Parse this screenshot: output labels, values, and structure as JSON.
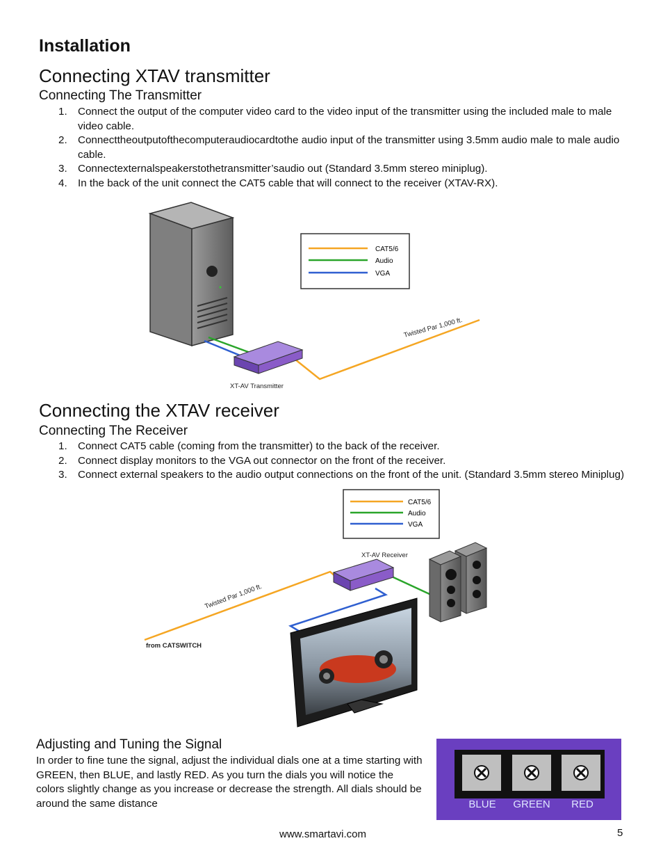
{
  "heading": "Installation",
  "transmitter": {
    "title": "Connecting XTAV transmitter",
    "subtitle": "Connecting The Transmitter",
    "steps": [
      {
        "num": "1.",
        "text": "Connect the output of the computer video card to the video input of the transmitter using the included male to male video cable."
      },
      {
        "num": "2.",
        "text": "Connecttheoutputofthecomputeraudiocardtothe audio input of the transmitter using 3.5mm audio male to male audio cable."
      },
      {
        "num": "3.",
        "text": "Connectexternalspeakerstothetransmitter’saudio out (Standard 3.5mm stereo miniplug)."
      },
      {
        "num": "4.",
        "text": "In the back of the unit connect the CAT5 cable that will connect to the receiver (XTAV-RX)."
      }
    ],
    "figure": {
      "legend": [
        "CAT5/6",
        "Audio",
        "VGA"
      ],
      "cable_label": "Twisted Par 1,000 ft.",
      "device_label": "XT-AV Transmitter"
    }
  },
  "receiver": {
    "title": "Connecting the XTAV receiver",
    "subtitle": "Connecting The Receiver",
    "steps": [
      {
        "num": "1.",
        "text": "Connect CAT5 cable (coming from the transmitter) to the back of the receiver."
      },
      {
        "num": "2.",
        "text": "Connect display monitors to the VGA out connector on the front of the receiver."
      },
      {
        "num": "3.",
        "text": "Connect external speakers to the audio output connections on the front of the unit. (Standard 3.5mm stereo Miniplug)"
      }
    ],
    "figure": {
      "legend": [
        "CAT5/6",
        "Audio",
        "VGA"
      ],
      "device_label": "XT-AV Receiver",
      "cable_label": "Twisted Par 1,000 ft.",
      "source_label": "from CATSWITCH"
    }
  },
  "tuning": {
    "title": "Adjusting and Tuning the Signal",
    "body": "In order to fine tune the signal, adjust the individual dials one at a time starting with GREEN, then BLUE, and lastly RED. As you turn the dials you will notice the colors slightly change as you increase or decrease the strength. All dials should be around the same distance",
    "dials": [
      "BLUE",
      "GREEN",
      "RED"
    ]
  },
  "footer": {
    "url": "www.smartavi.com",
    "page": "5"
  },
  "colors": {
    "cat5": "#f5a623",
    "audio": "#2aa52a",
    "vga": "#2f5fd0",
    "device": "#8a5cc8",
    "panel": "#6a3fc0"
  }
}
